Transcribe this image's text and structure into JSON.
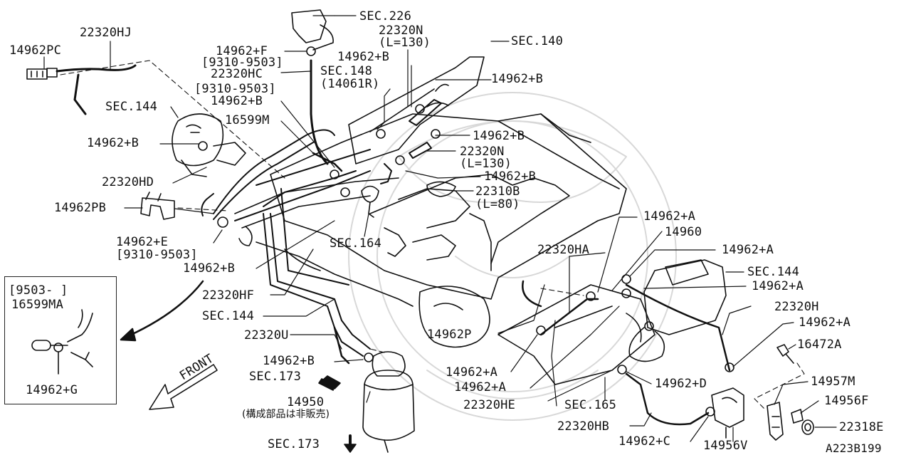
{
  "diagram_id": "A223B199",
  "labels": {
    "hj": "22320HJ",
    "pc": "14962PC",
    "sec226": "SEC.226",
    "n_top": "22320N",
    "n_top_len": "(L=130)",
    "f": "14962+F",
    "f_range": "[9310-9503]",
    "hc": "22320HC",
    "hc_range": "[9310-9503]",
    "sec148": "SEC.148",
    "sec148_ref": "(14061R)",
    "b1": "14962+B",
    "sec140": "SEC.140",
    "b2": "14962+B",
    "sec144_a": "SEC.144",
    "b3": "14962+B",
    "m16599": "16599M",
    "b4": "14962+B",
    "b5": "14962+B",
    "n_mid": "22320N",
    "n_mid_len": "(L=130)",
    "hd": "22320HD",
    "b6": "14962+B",
    "b310": "22310B",
    "b310_len": "(L=80)",
    "pb": "14962PB",
    "e": "14962+E",
    "e_range": "[9310-9503]",
    "sec164": "SEC.164",
    "a1": "14962+A",
    "a960": "14960",
    "ha": "22320HA",
    "a2": "14962+A",
    "sec144_b": "SEC.144",
    "b7": "14962+B",
    "hf": "22320HF",
    "sec144_c": "SEC.144",
    "a3": "14962+A",
    "h": "22320H",
    "a4": "14962+A",
    "p": "14962P",
    "u": "22320U",
    "a472": "16472A",
    "b8": "14962+B",
    "sec173_a": "SEC.173",
    "a5": "14962+A",
    "m957": "14957M",
    "a6": "14962+A",
    "d": "14962+D",
    "f956": "14956F",
    "c950": "14950",
    "c950_note": "(構成部品は非販売)",
    "he": "22320HE",
    "sec165": "SEC.165",
    "e318": "22318E",
    "hb": "22320HB",
    "c": "14962+C",
    "v956": "14956V",
    "sec173_b": "SEC.173"
  },
  "inset": {
    "range": "[9503-  ]",
    "part": "16599MA",
    "clamp": "14962+G"
  },
  "front_label": "FRONT"
}
